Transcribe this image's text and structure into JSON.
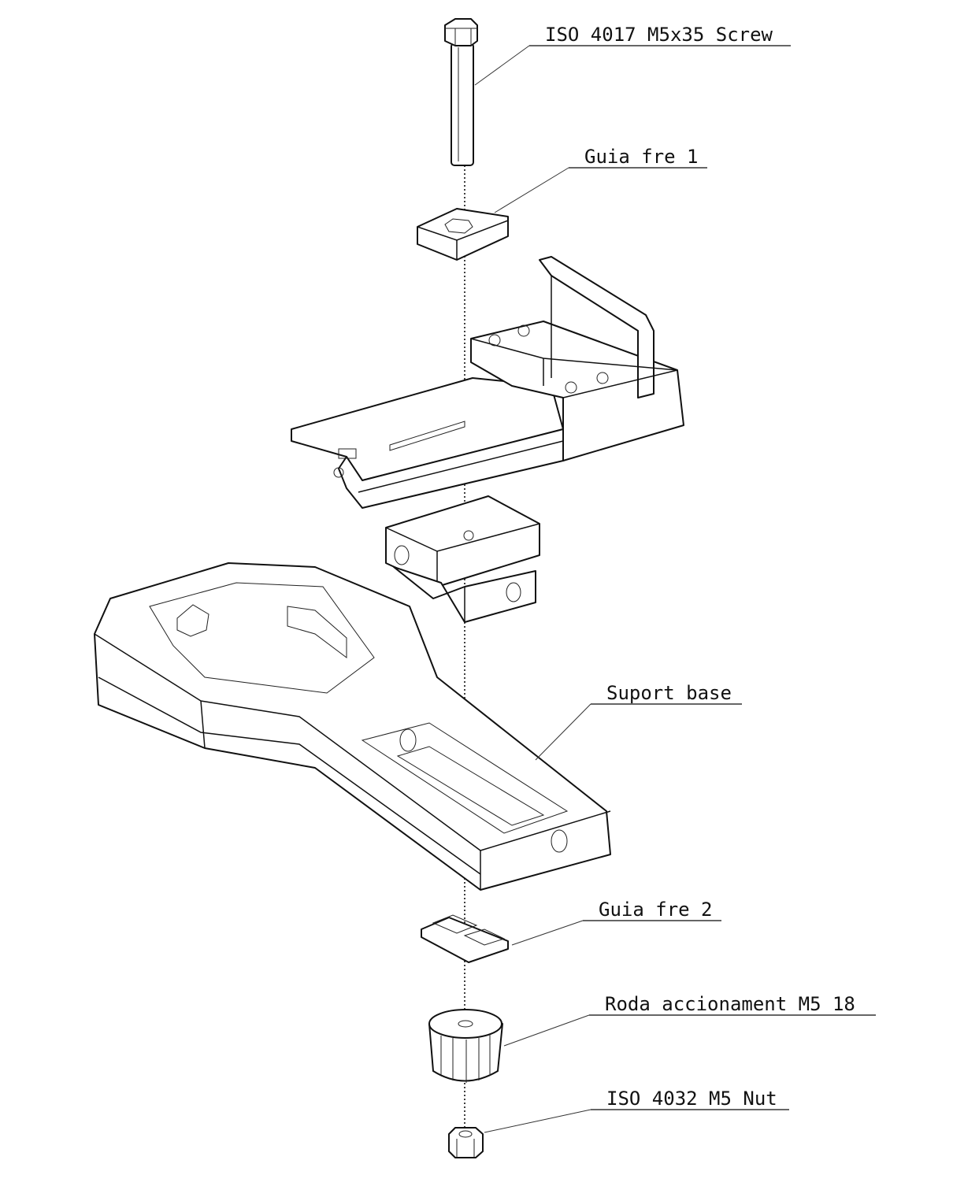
{
  "title": "Exploded assembly view",
  "callouts": {
    "screw": "ISO 4017 M5x35 Screw",
    "guide1": "Guia fre 1",
    "base": "Suport base",
    "guide2": "Guia fre 2",
    "wheel": "Roda accionament M5 18",
    "nut": "ISO 4032 M5 Nut"
  }
}
